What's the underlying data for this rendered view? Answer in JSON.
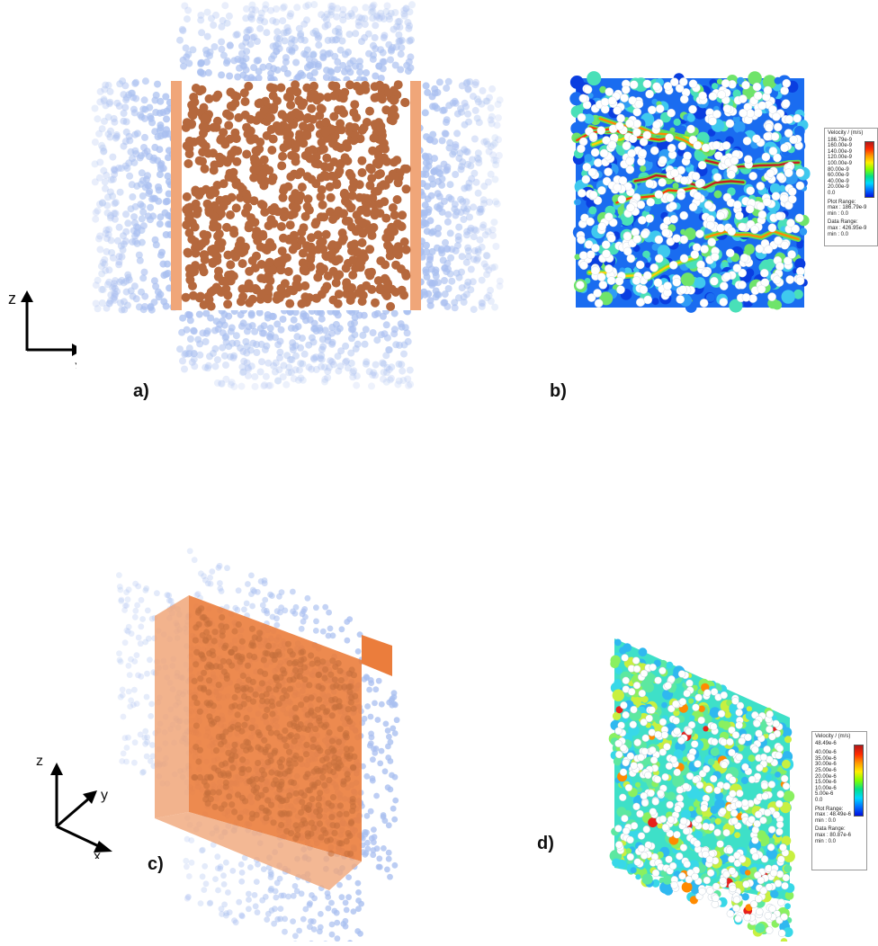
{
  "panels": {
    "a": {
      "label": "a)"
    },
    "b": {
      "label": "b)"
    },
    "c": {
      "label": "c)"
    },
    "d": {
      "label": "d)"
    }
  },
  "axes_a": {
    "z": "z",
    "x": "x"
  },
  "axes_c": {
    "z": "z",
    "y": "y",
    "x": "x"
  },
  "legend_b": {
    "title": "Velocity / (m/s)",
    "ticks": [
      "186.79e-9",
      "160.00e-9",
      "140.00e-9",
      "120.00e-9",
      "100.00e-9",
      "80.00e-9",
      "60.00e-9",
      "40.00e-9",
      "20.00e-9",
      "0.0"
    ],
    "plot_range_label": "Plot Range:",
    "plot_max": "max   : 186.79e-9",
    "plot_min": "min   : 0.0",
    "data_range_label": "Data Range:",
    "data_max": "max   : 426.95e-9",
    "data_min": "min   : 0.0"
  },
  "legend_d": {
    "title": "Velocity / (m/s)",
    "ticks": [
      "48.49e-6",
      "40.00e-6",
      "35.00e-6",
      "30.00e-6",
      "25.00e-6",
      "20.00e-6",
      "15.00e-6",
      "10.00e-6",
      "5.00e-6",
      "0.0"
    ],
    "plot_range_label": "Plot Range:",
    "plot_max": "max   : 48.49e-6",
    "plot_min": "min   : 0.0",
    "data_range_label": "Data Range:",
    "data_max": "max   : 80.87e-6",
    "data_min": "min   : 0.0"
  },
  "colors": {
    "pore_blue": "#a9bff0",
    "grain_brown": "#b5683d",
    "slab_orange": "#f0a679",
    "box_orange": "#eb7d3c"
  }
}
